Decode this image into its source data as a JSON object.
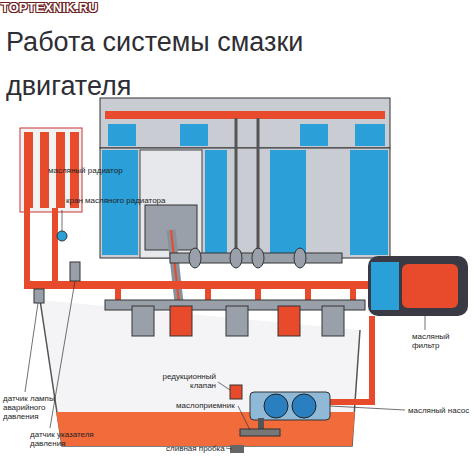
{
  "diagram": {
    "title": "Работа системы смазки двигателя",
    "labels": [
      "TOPTEXNIK.RU",
      "масляный радиатор",
      "кран масляного радиатора",
      "датчик лампы аварийного давления",
      "датчик указателя давления",
      "редукционный клапан",
      "маслоприемник",
      "сливная пробка",
      "масляный насос",
      "масляный фильтр"
    ]
  }
}
